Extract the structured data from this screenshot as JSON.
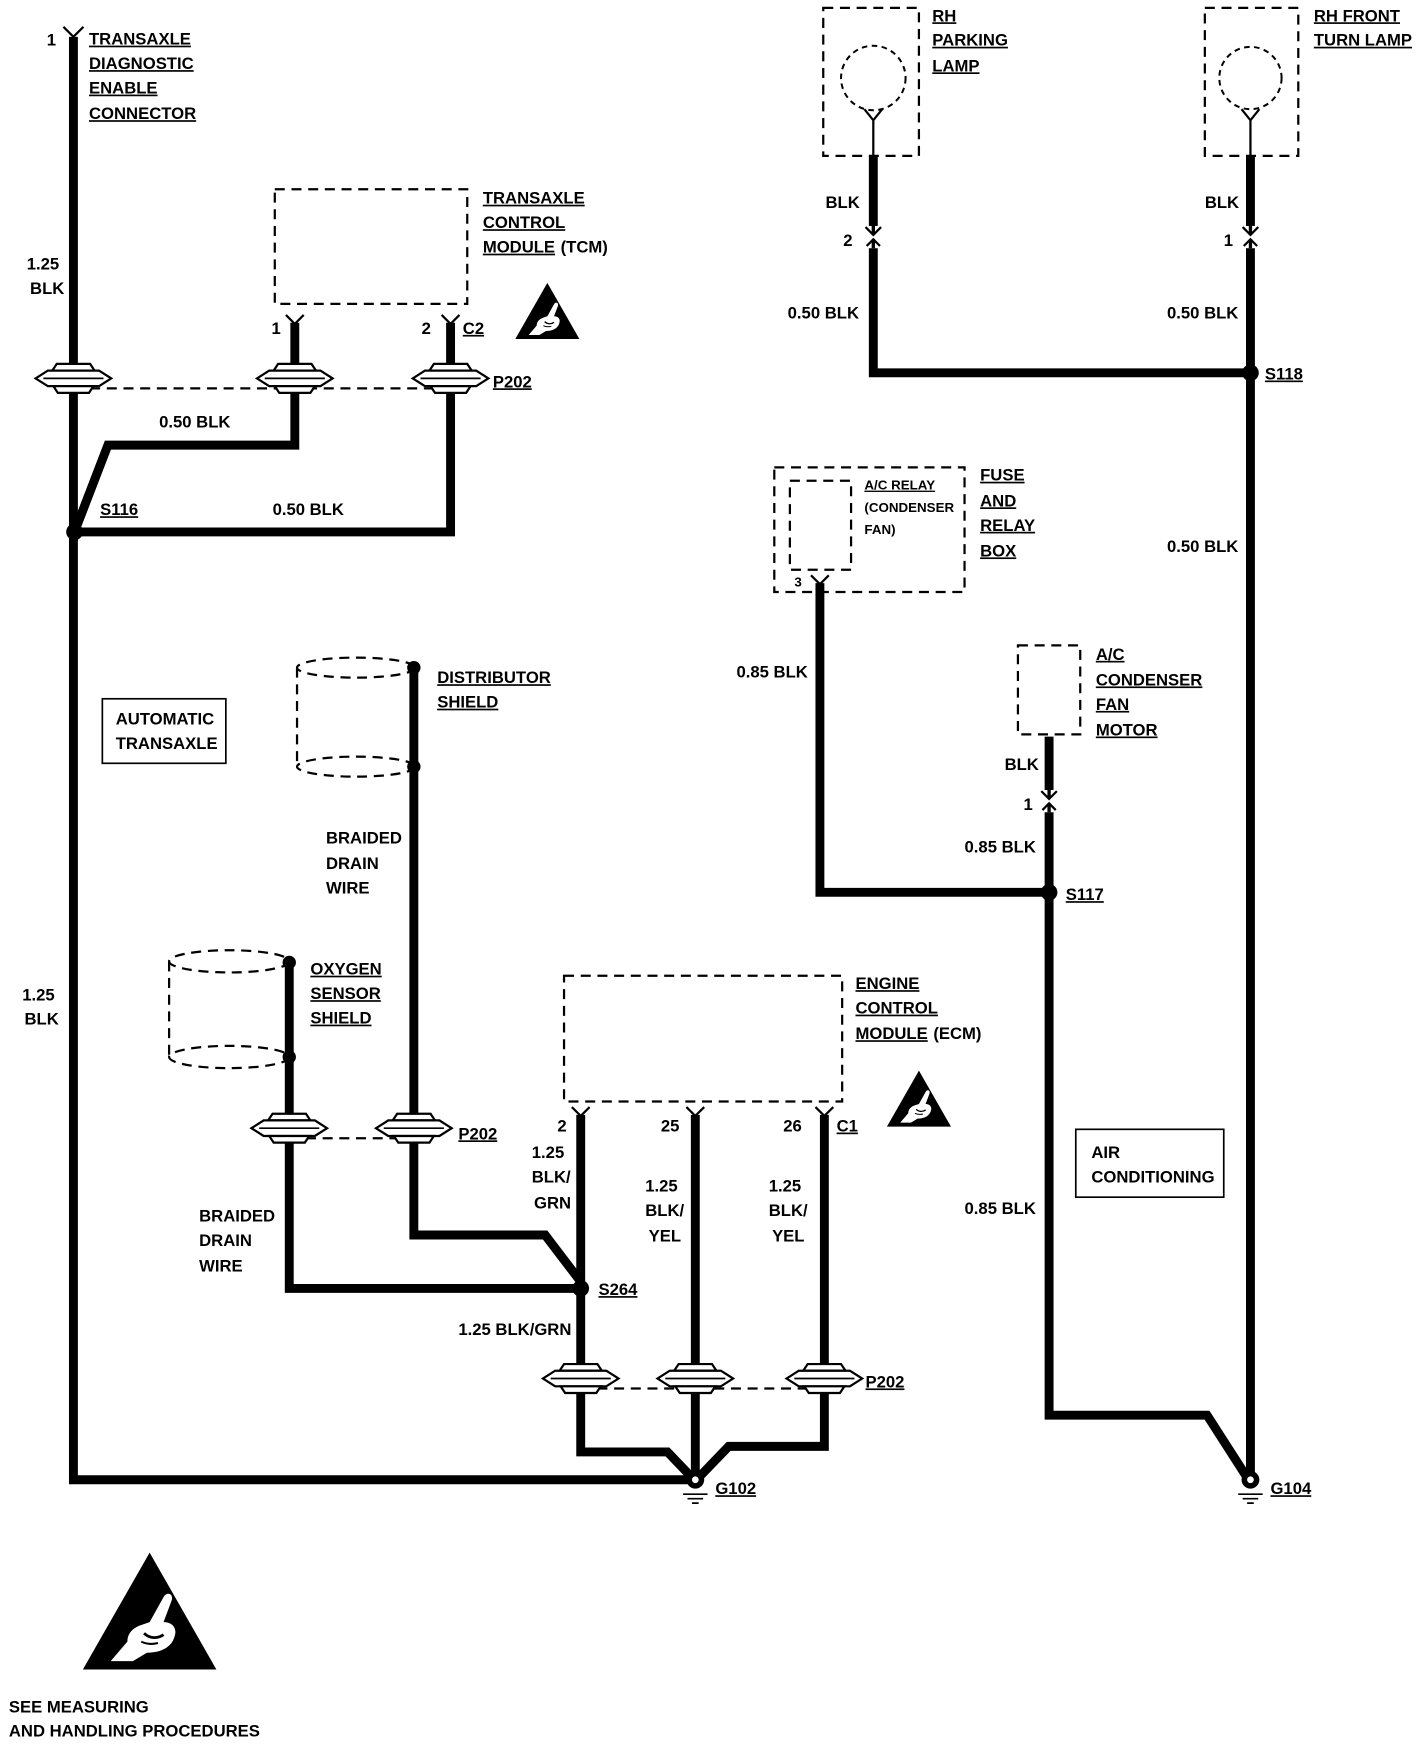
{
  "colors": {
    "ink": "#000000",
    "paper": "#ffffff"
  },
  "icons": {
    "esd": "esd-warning-icon",
    "ground": "ground-icon",
    "lamp": "bulb-icon",
    "splice": "splice-dot-icon"
  },
  "diagnostic_connector": {
    "pin": "1",
    "label": [
      "TRANSAXLE",
      "DIAGNOSTIC",
      "ENABLE",
      "CONNECTOR"
    ],
    "wire_upper": [
      "1.25",
      "BLK"
    ],
    "wire_lower": [
      "1.25",
      "BLK"
    ]
  },
  "tcm": {
    "label": [
      "TRANSAXLE",
      "CONTROL",
      "MODULE"
    ],
    "abbrev": "(TCM)",
    "pin_a": "1",
    "pin_b": "2",
    "connector": "C2",
    "wire_pin_a": "0.50 BLK",
    "wire_pin_b": "0.50 BLK"
  },
  "inline_connectors": {
    "upper": "P202",
    "middle": "P202",
    "lower": "P202"
  },
  "splices": {
    "s116": "S116",
    "s264": "S264",
    "s117": "S117",
    "s118": "S118"
  },
  "grounds": {
    "g102": "G102",
    "g104": "G104"
  },
  "section_boxes": {
    "automatic_transaxle": [
      "AUTOMATIC",
      "TRANSAXLE"
    ],
    "air_conditioning": [
      "AIR",
      "CONDITIONING"
    ]
  },
  "distributor_shield": {
    "label": [
      "DISTRIBUTOR",
      "SHIELD"
    ],
    "drain_wire": [
      "BRAIDED",
      "DRAIN",
      "WIRE"
    ]
  },
  "oxygen_sensor_shield": {
    "label": [
      "OXYGEN",
      "SENSOR",
      "SHIELD"
    ],
    "drain_wire": [
      "BRAIDED",
      "DRAIN",
      "WIRE"
    ]
  },
  "ecm": {
    "label": [
      "ENGINE",
      "CONTROL",
      "MODULE"
    ],
    "abbrev": "(ECM)",
    "pins": [
      "2",
      "25",
      "26"
    ],
    "connector": "C1",
    "wire_pin_2": [
      "1.25",
      "BLK/",
      "GRN"
    ],
    "wire_pin_25": [
      "1.25",
      "BLK/",
      "YEL"
    ],
    "wire_pin_26": [
      "1.25",
      "BLK/",
      "YEL"
    ],
    "wire_s264": "1.25 BLK/GRN"
  },
  "rh_parking_lamp": {
    "label": [
      "RH",
      "PARKING",
      "LAMP"
    ],
    "lead": "BLK",
    "pin": "2",
    "wire": "0.50 BLK"
  },
  "rh_front_turn_lamp": {
    "label": [
      "RH FRONT",
      "TURN LAMP"
    ],
    "lead": "BLK",
    "pin": "1",
    "wire": "0.50 BLK",
    "wire_to_ground": "0.50 BLK"
  },
  "fuse_relay_box": {
    "label": [
      "FUSE",
      "AND",
      "RELAY",
      "BOX"
    ],
    "relay": [
      "A/C RELAY",
      "(CONDENSER",
      "FAN)"
    ],
    "pin": "3",
    "wire": "0.85 BLK"
  },
  "ac_condenser_fan_motor": {
    "label": [
      "A/C",
      "CONDENSER",
      "FAN",
      "MOTOR"
    ],
    "lead": "BLK",
    "pin": "1",
    "wire": "0.85 BLK",
    "wire_to_ground": "0.85 BLK"
  },
  "note": [
    "SEE MEASURING",
    "AND HANDLING PROCEDURES"
  ]
}
